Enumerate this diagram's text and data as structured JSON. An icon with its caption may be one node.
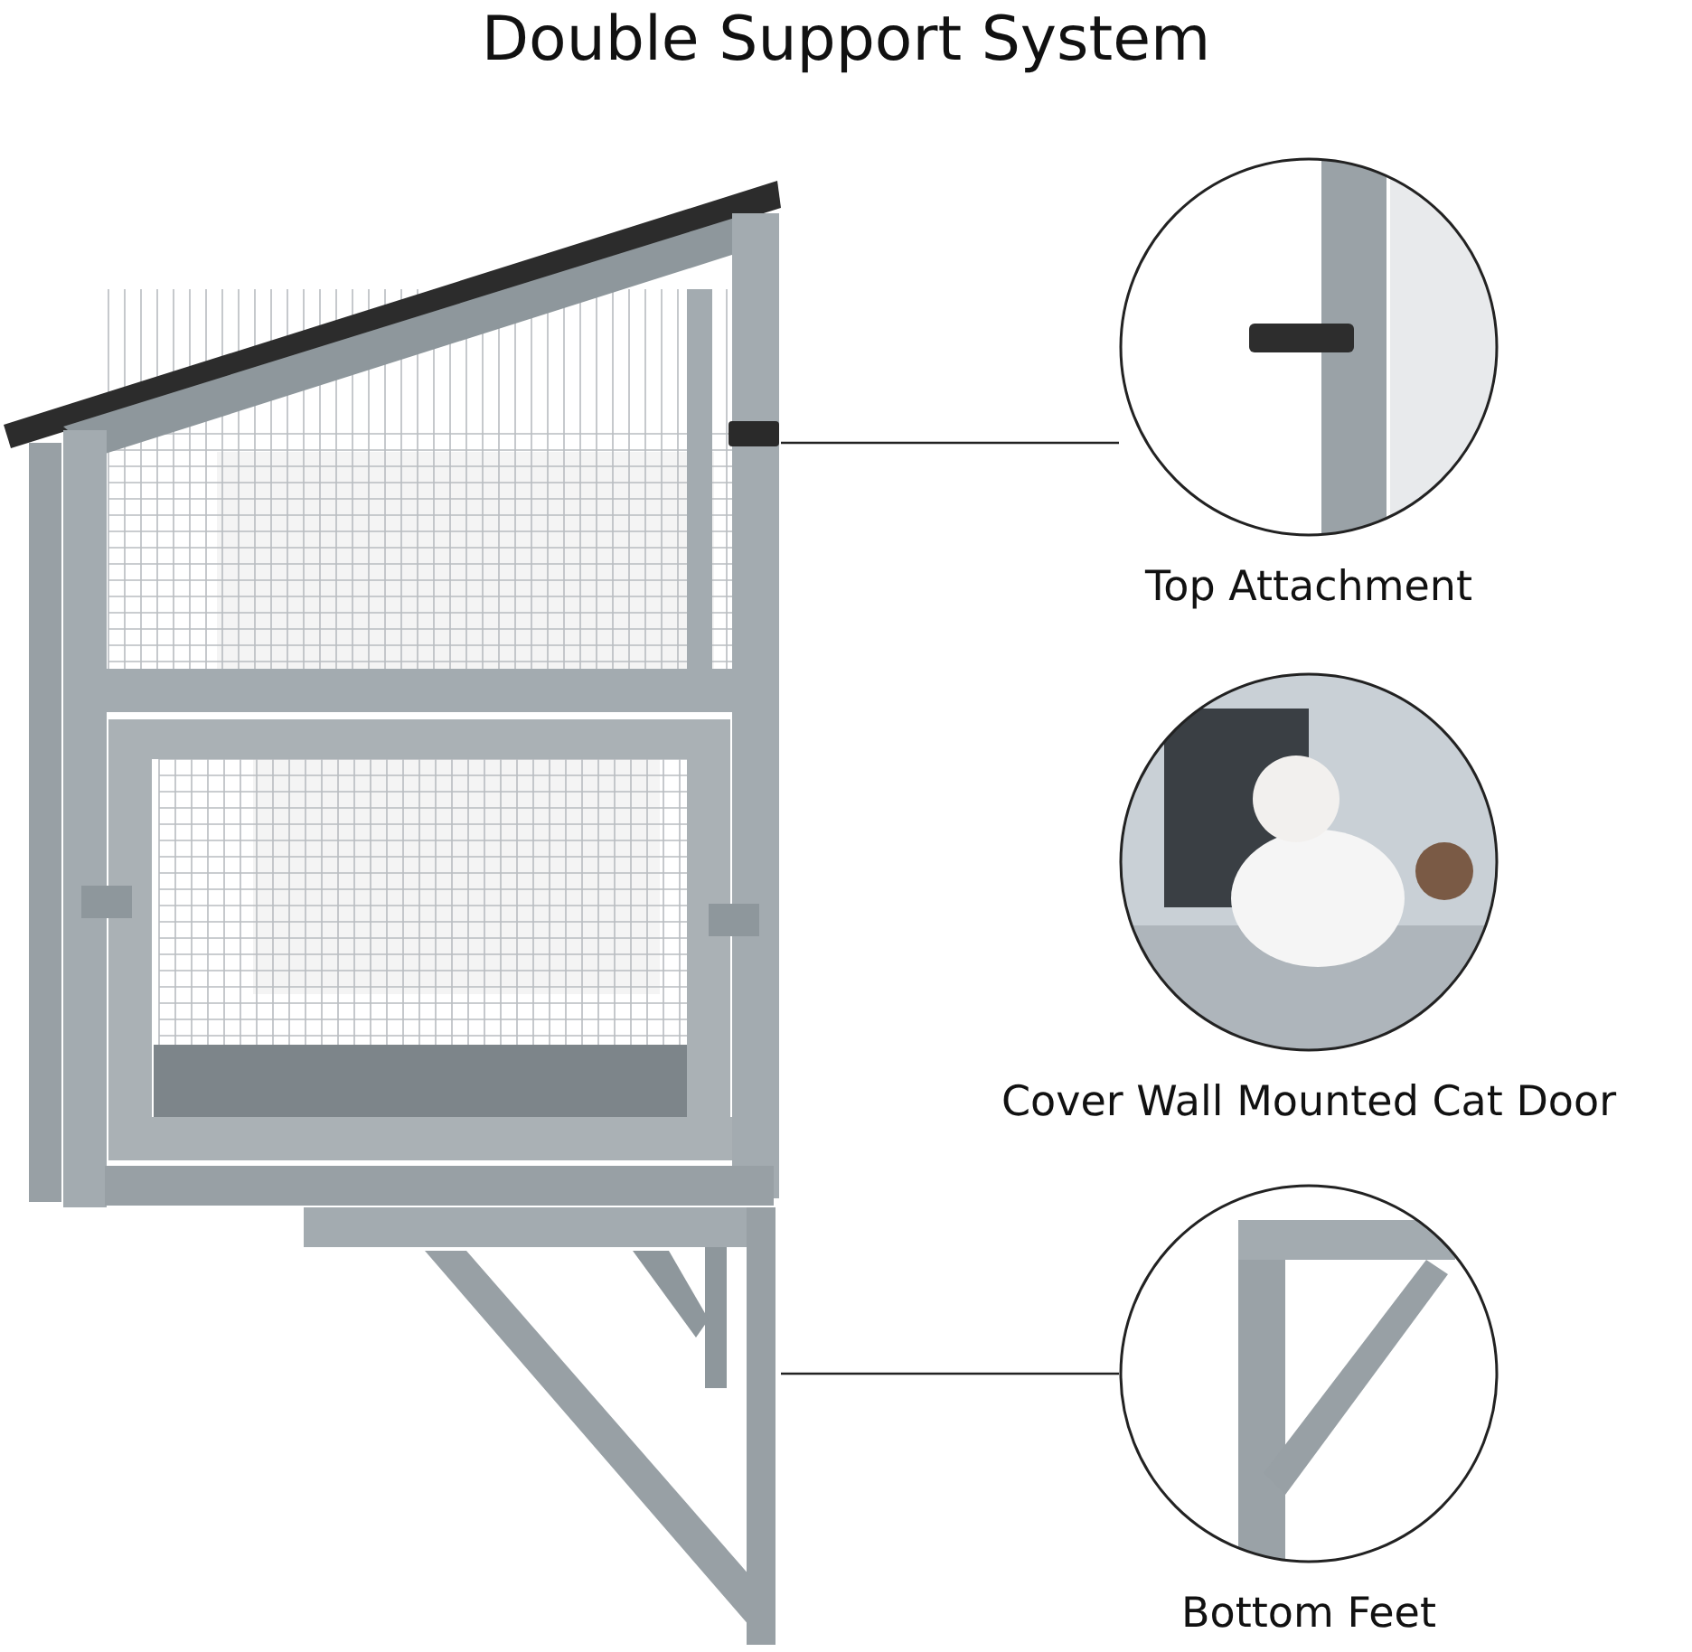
{
  "diagram": {
    "title": "Double Support System",
    "nodes": [
      {
        "text": [],
        "shape": "picture"
      },
      {
        "text": [
          "Top Attachment"
        ]
      },
      {
        "text": [
          "Cover Wall Mounted Cat Door"
        ]
      },
      {
        "text": [
          "Bottom Feet"
        ]
      }
    ],
    "edges": [
      {
        "from": 1,
        "to": 0,
        "arrow": "none"
      },
      {
        "from": 3,
        "to": 0,
        "arrow": "none"
      }
    ]
  }
}
